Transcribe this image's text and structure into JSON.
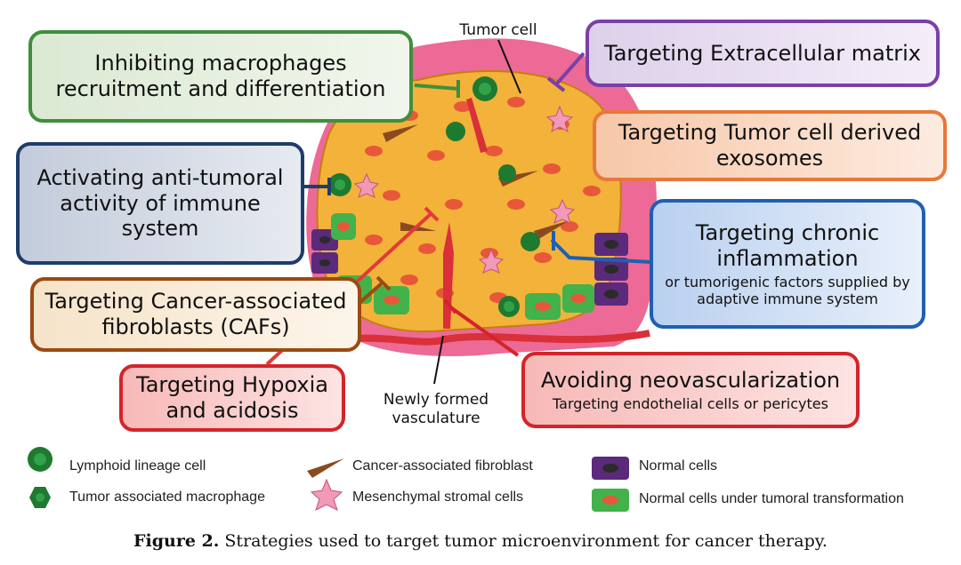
{
  "labels": {
    "tumor_cell": "Tumor cell",
    "newly_formed_vasculature": "Newly formed vasculature"
  },
  "boxes": {
    "macrophages": "Inhibiting macrophages recruitment and differentiation",
    "ecm": "Targeting Extracellular matrix",
    "exosomes": "Targeting Tumor cell derived exosomes",
    "immune": "Activating anti-tumoral activity of immune system",
    "inflammation_main": "Targeting chronic inflammation",
    "inflammation_sub": "or tumorigenic factors supplied by adaptive immune system",
    "cafs": "Targeting Cancer-associated fibroblasts (CAFs)",
    "hypoxia": "Targeting Hypoxia and acidosis",
    "neovasc_main": "Avoiding neovascularization",
    "neovasc_sub": "Targeting endothelial cells or pericytes"
  },
  "legend": {
    "lymphoid": "Lymphoid lineage cell",
    "macrophage": "Tumor associated macrophage",
    "caf": "Cancer-associated fibroblast",
    "msc": "Mesenchymal stromal cells",
    "normal": "Normal cells",
    "transforming": "Normal cells under tumoral transformation"
  },
  "caption": {
    "label": "Figure 2.",
    "text": " Strategies used to target tumor microenvironment for cancer therapy."
  },
  "colors": {
    "tumor_cell": "#f5a623",
    "stroma_pink": "#e8457a",
    "lymphoid": "#1e7a2e",
    "normal_cell": "#5b2a7a",
    "transforming_cell": "#43b24a",
    "fibroblast": "#8a4a20",
    "vessel": "#d9303a"
  }
}
